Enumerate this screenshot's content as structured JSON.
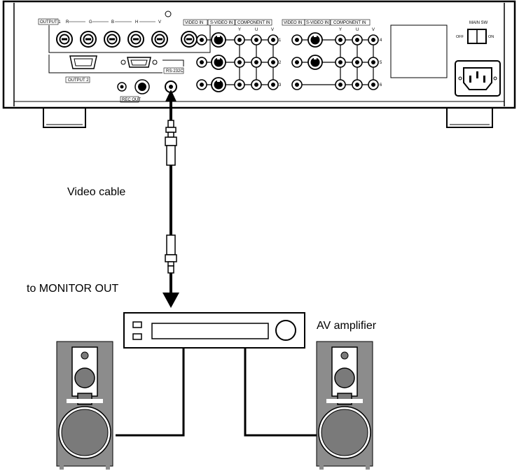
{
  "panel_labels": {
    "output1": "OUTPUT 1",
    "output2": "OUTPUT 2",
    "video_in_1": "VIDEO IN",
    "svideo_in_1": "S-VIDEO IN",
    "component_in_1": "COMPONENT IN",
    "video_in_2": "VIDEO IN",
    "svideo_in_2": "S-VIDEO IN",
    "component_in_2": "COMPONENT IN",
    "rs232c": "RS-232C",
    "rec_out": "REC OUT",
    "main_sw": "MAIN SW",
    "off": "OFF",
    "on": "ON"
  },
  "rgb_labels": [
    "R",
    "G",
    "B",
    "H",
    "V"
  ],
  "yuv_labels_1": [
    "Y",
    "U",
    "V"
  ],
  "yuv_labels_2": [
    "Y",
    "U",
    "V"
  ],
  "row_numbers_1": [
    "1",
    "2",
    "3"
  ],
  "row_numbers_2": [
    "4",
    "5",
    "6"
  ],
  "captions": {
    "video_cable": "Video cable",
    "monitor_out": "to MONITOR OUT",
    "av_amplifier": "AV amplifier"
  }
}
